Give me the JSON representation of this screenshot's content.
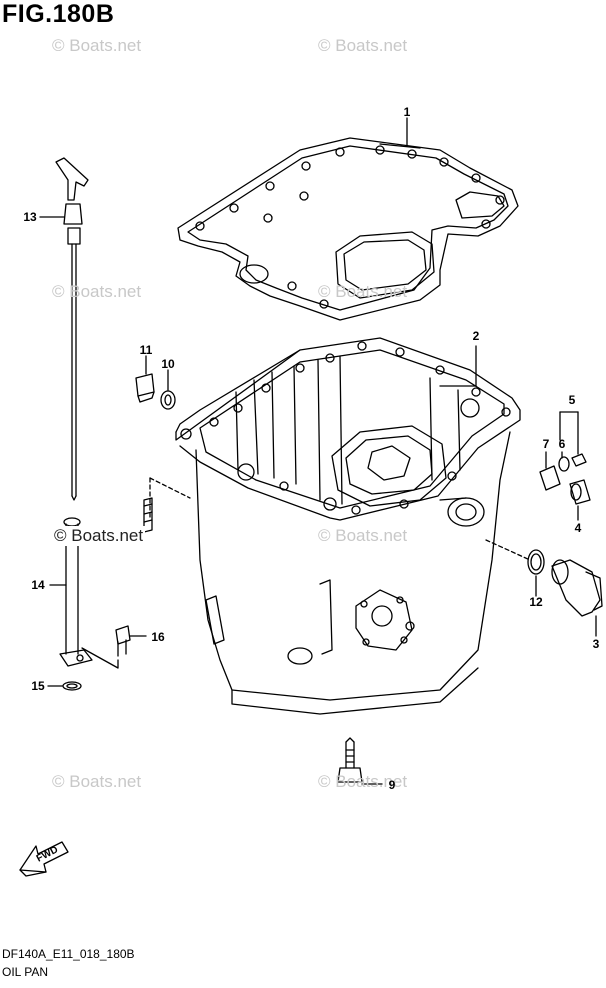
{
  "figure": {
    "title": "FIG.180B",
    "code": "DF140A_E11_018_180B",
    "name": "OIL PAN",
    "direction_label": "FWD"
  },
  "watermark": {
    "text": "© Boats.net",
    "highlight_text": "© Boats.net"
  },
  "callouts": [
    "1",
    "2",
    "3",
    "4",
    "5",
    "6",
    "7",
    "9",
    "10",
    "11",
    "12",
    "13",
    "14",
    "15",
    "16"
  ]
}
